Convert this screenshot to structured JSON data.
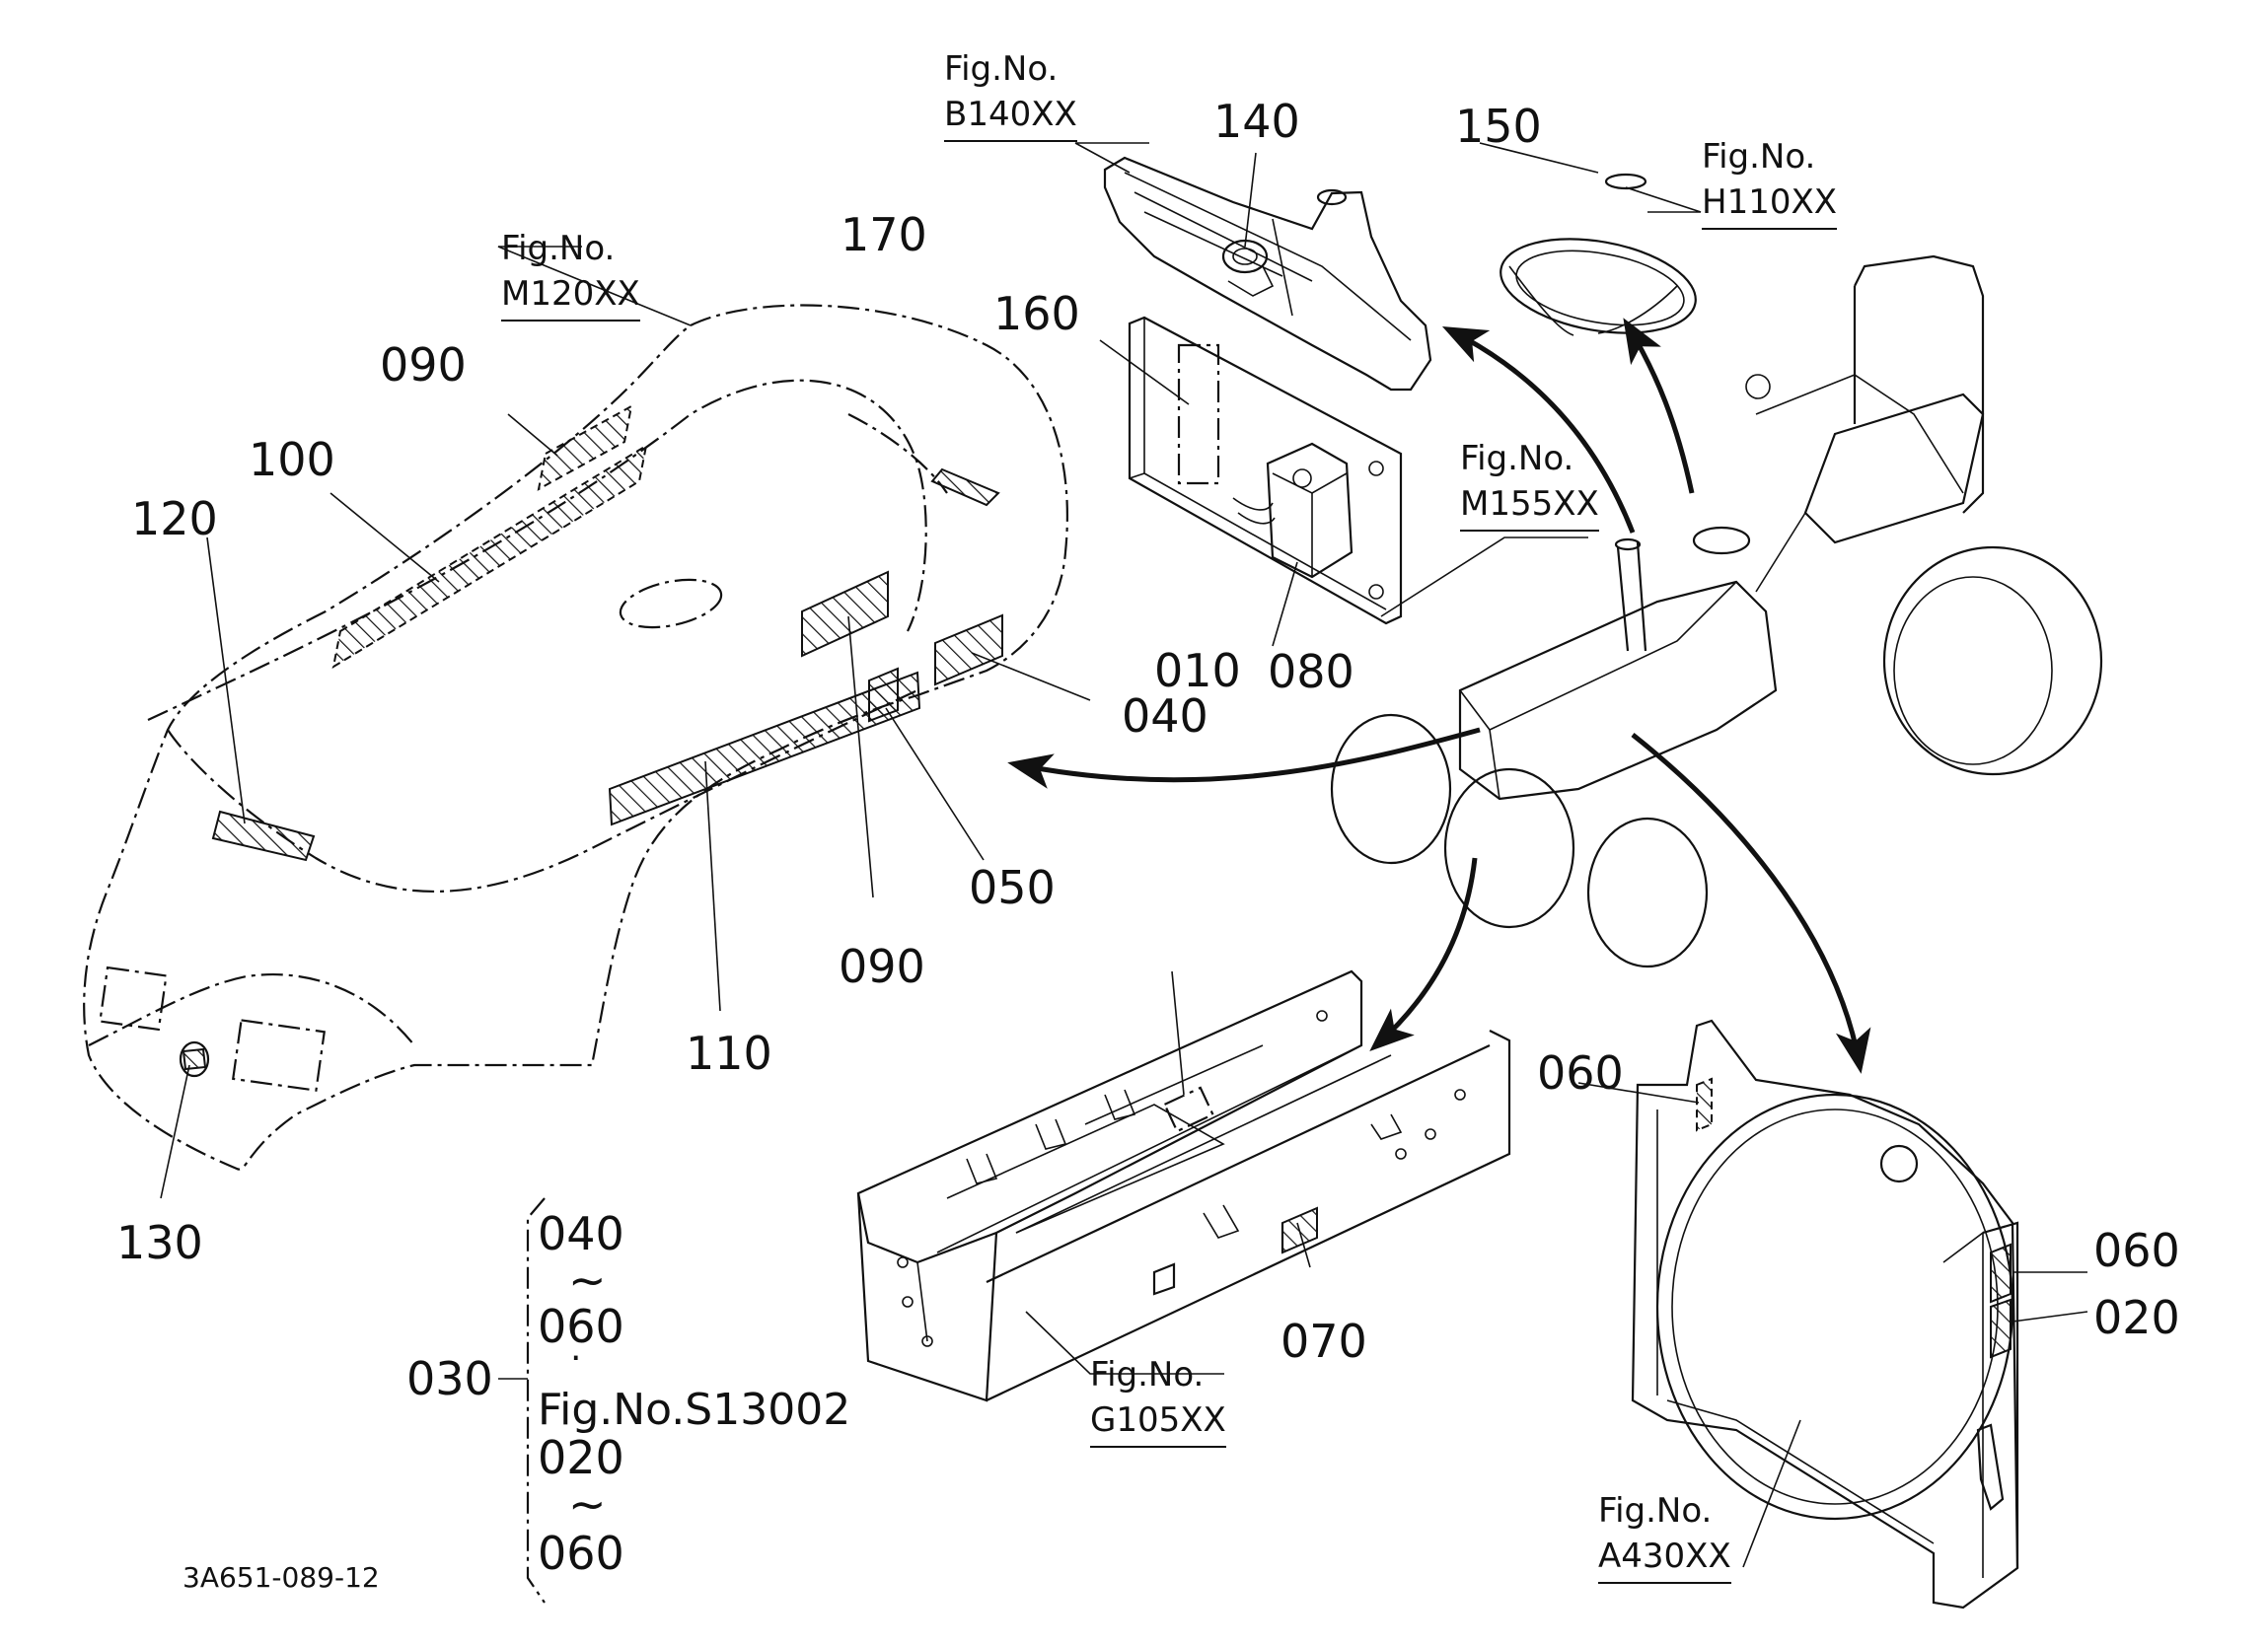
{
  "labels": {
    "p010": "010",
    "p020": "020",
    "p030": "030",
    "p040": "040",
    "p050": "050",
    "p060a": "060",
    "p060b": "060",
    "p070": "070",
    "p080": "080",
    "p090a": "090",
    "p090b": "090",
    "p100": "100",
    "p110": "110",
    "p120": "120",
    "p130": "130",
    "p140": "140",
    "p150": "150",
    "p160": "160",
    "p170": "170"
  },
  "figures": {
    "b140": {
      "line1": "Fig.No.",
      "line2": "B140XX"
    },
    "h110": {
      "line1": "Fig.No.",
      "line2": "H110XX"
    },
    "m120": {
      "line1": "Fig.No.",
      "line2": "M120XX"
    },
    "m155": {
      "line1": "Fig.No.",
      "line2": "M155XX"
    },
    "g105": {
      "line1": "Fig.No.",
      "line2": "G105XX"
    },
    "a430": {
      "line1": "Fig.No.",
      "line2": "A430XX"
    }
  },
  "set_030": {
    "range1_start": "040",
    "range1_sep": "~",
    "range1_end": "060",
    "dot": "·",
    "ref": "Fig.No.S13002",
    "range2_start": "020",
    "range2_sep": "~",
    "range2_end": "060"
  },
  "drawing_code": "3A651-089-12"
}
